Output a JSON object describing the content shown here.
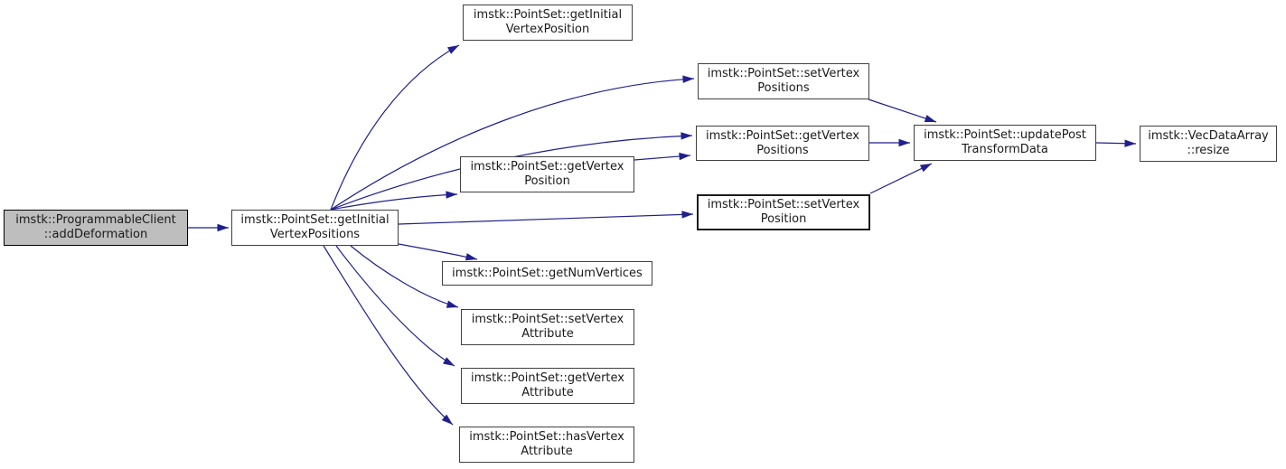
{
  "diagram": {
    "kind": "doxygen-call-graph",
    "colors": {
      "edge": "#1f1f8f",
      "node_border": "#404040",
      "node_fill": "#ffffff",
      "current_node_fill": "#bebebe",
      "background": "#ffffff"
    },
    "nodes": {
      "add_deformation": {
        "line1": "imstk::ProgrammableClient",
        "line2": "::addDeformation"
      },
      "get_initial_vertex_positions": {
        "line1": "imstk::PointSet::getInitial",
        "line2": "VertexPositions"
      },
      "get_initial_vertex_position": {
        "line1": "imstk::PointSet::getInitial",
        "line2": "VertexPosition"
      },
      "set_vertex_positions": {
        "line1": "imstk::PointSet::setVertex",
        "line2": "Positions"
      },
      "get_vertex_positions": {
        "line1": "imstk::PointSet::getVertex",
        "line2": "Positions"
      },
      "get_vertex_position": {
        "line1": "imstk::PointSet::getVertex",
        "line2": "Position"
      },
      "set_vertex_position": {
        "line1": "imstk::PointSet::setVertex",
        "line2": "Position"
      },
      "get_num_vertices": {
        "line1": "imstk::PointSet::getNumVertices",
        "line2": ""
      },
      "set_vertex_attribute": {
        "line1": "imstk::PointSet::setVertex",
        "line2": "Attribute"
      },
      "get_vertex_attribute": {
        "line1": "imstk::PointSet::getVertex",
        "line2": "Attribute"
      },
      "has_vertex_attribute": {
        "line1": "imstk::PointSet::hasVertex",
        "line2": "Attribute"
      },
      "update_post_transform_data": {
        "line1": "imstk::PointSet::updatePost",
        "line2": "TransformData"
      },
      "resize": {
        "line1": "imstk::VecDataArray",
        "line2": "::resize"
      }
    },
    "edges": [
      {
        "from": "add_deformation",
        "to": "get_initial_vertex_positions"
      },
      {
        "from": "get_initial_vertex_positions",
        "to": "get_initial_vertex_position"
      },
      {
        "from": "get_initial_vertex_positions",
        "to": "set_vertex_positions"
      },
      {
        "from": "get_initial_vertex_positions",
        "to": "get_vertex_positions"
      },
      {
        "from": "get_initial_vertex_positions",
        "to": "get_vertex_position"
      },
      {
        "from": "get_initial_vertex_positions",
        "to": "set_vertex_position"
      },
      {
        "from": "get_initial_vertex_positions",
        "to": "get_num_vertices"
      },
      {
        "from": "get_initial_vertex_positions",
        "to": "set_vertex_attribute"
      },
      {
        "from": "get_initial_vertex_positions",
        "to": "get_vertex_attribute"
      },
      {
        "from": "get_initial_vertex_positions",
        "to": "has_vertex_attribute"
      },
      {
        "from": "get_vertex_position",
        "to": "get_vertex_positions"
      },
      {
        "from": "set_vertex_positions",
        "to": "update_post_transform_data"
      },
      {
        "from": "get_vertex_positions",
        "to": "update_post_transform_data"
      },
      {
        "from": "set_vertex_position",
        "to": "update_post_transform_data"
      },
      {
        "from": "update_post_transform_data",
        "to": "resize"
      }
    ]
  }
}
